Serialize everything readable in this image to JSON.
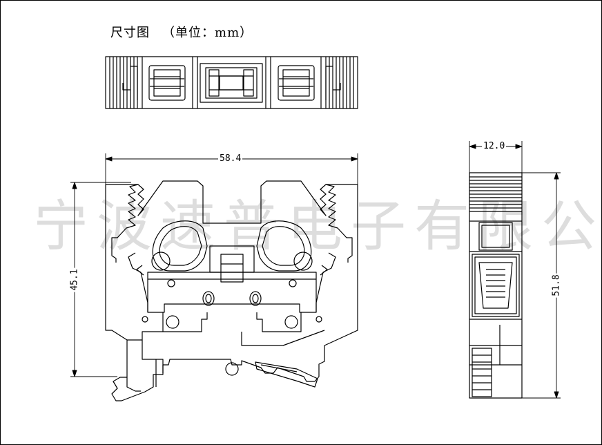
{
  "header": {
    "title": "尺寸图",
    "unit_label": "（单位：mm）"
  },
  "dimensions": {
    "front_width": "58.4",
    "front_height": "45.1",
    "side_width": "12.0",
    "side_height": "51.8"
  },
  "watermark": {
    "text": "宁波速普电子有限公司"
  },
  "colors": {
    "line": "#000000",
    "background": "#ffffff"
  }
}
